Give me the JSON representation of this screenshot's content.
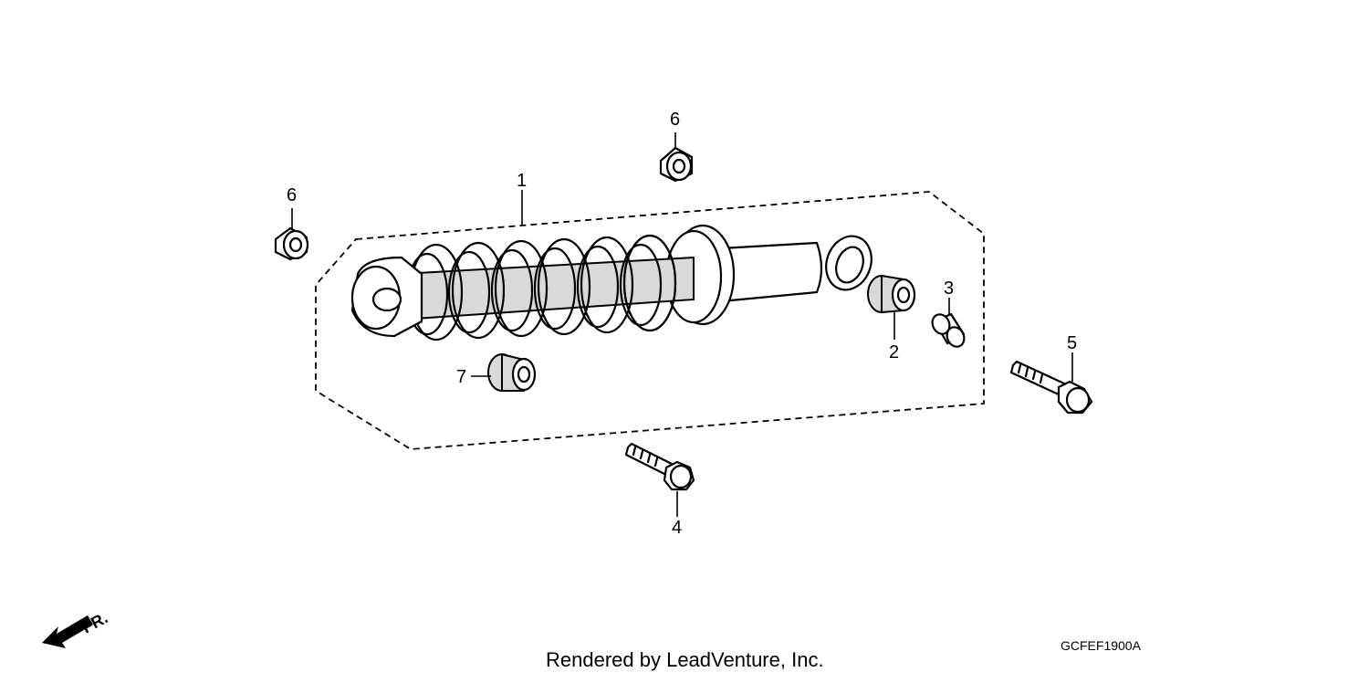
{
  "diagram": {
    "callouts": [
      {
        "number": "1",
        "part": "shock-absorber"
      },
      {
        "number": "2",
        "part": "bushing"
      },
      {
        "number": "3",
        "part": "collar"
      },
      {
        "number": "4",
        "part": "bolt"
      },
      {
        "number": "5",
        "part": "bolt"
      },
      {
        "number": "6",
        "part": "nut"
      },
      {
        "number": "6",
        "part": "nut"
      },
      {
        "number": "7",
        "part": "bushing"
      }
    ],
    "direction_label": "FR.",
    "credit": "Rendered by LeadVenture, Inc.",
    "diagram_code": "GCFEF1900A"
  }
}
